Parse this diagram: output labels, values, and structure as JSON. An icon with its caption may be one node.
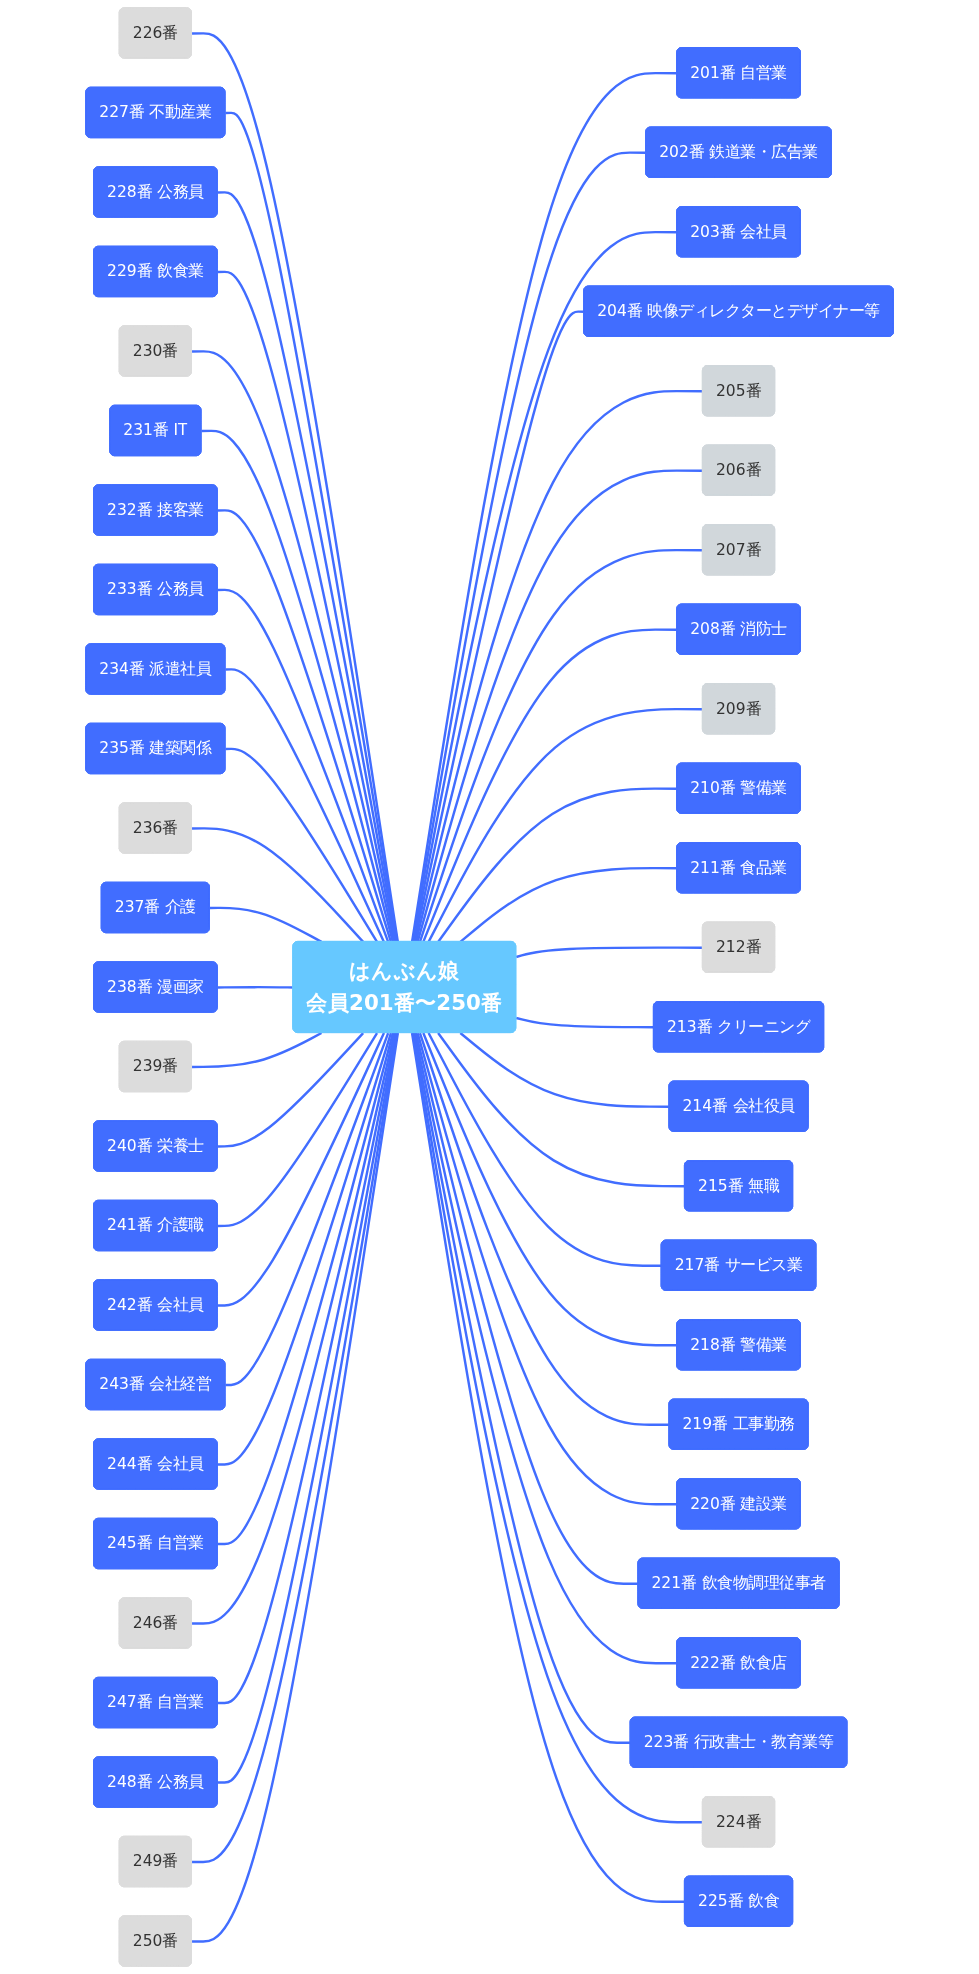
{
  "diagram": {
    "nodes": [
      {
        "text": [
          "はんぶん娘",
          "会員201番〜250番"
        ]
      },
      {
        "text": [
          "201番 自営業"
        ]
      },
      {
        "text": [
          "202番 鉄道業・広告業"
        ]
      },
      {
        "text": [
          "203番 会社員"
        ]
      },
      {
        "text": [
          "204番 映像ディレクターとデザイナー等"
        ]
      },
      {
        "text": [
          "205番"
        ]
      },
      {
        "text": [
          "206番"
        ]
      },
      {
        "text": [
          "207番"
        ]
      },
      {
        "text": [
          "208番 消防士"
        ]
      },
      {
        "text": [
          "209番"
        ]
      },
      {
        "text": [
          "210番 警備業"
        ]
      },
      {
        "text": [
          "211番 食品業"
        ]
      },
      {
        "text": [
          "212番"
        ]
      },
      {
        "text": [
          "213番 クリーニング"
        ]
      },
      {
        "text": [
          "214番 会社役員"
        ]
      },
      {
        "text": [
          "215番 無職"
        ]
      },
      {
        "text": [
          "217番 サービス業"
        ]
      },
      {
        "text": [
          "218番 警備業"
        ]
      },
      {
        "text": [
          "219番 工事勤務"
        ]
      },
      {
        "text": [
          "220番 建設業"
        ]
      },
      {
        "text": [
          "221番 飲食物調理従事者"
        ]
      },
      {
        "text": [
          "222番 飲食店"
        ]
      },
      {
        "text": [
          "223番 行政書士・教育業等"
        ]
      },
      {
        "text": [
          "224番"
        ]
      },
      {
        "text": [
          "225番 飲食"
        ]
      },
      {
        "text": [
          "226番"
        ]
      },
      {
        "text": [
          "227番 不動産業"
        ]
      },
      {
        "text": [
          "228番 公務員"
        ]
      },
      {
        "text": [
          "229番 飲食業"
        ]
      },
      {
        "text": [
          "230番"
        ]
      },
      {
        "text": [
          "231番 IT"
        ]
      },
      {
        "text": [
          "232番 接客業"
        ]
      },
      {
        "text": [
          "233番 公務員"
        ]
      },
      {
        "text": [
          "234番 派遣社員"
        ]
      },
      {
        "text": [
          "235番 建築関係"
        ]
      },
      {
        "text": [
          "236番"
        ]
      },
      {
        "text": [
          "237番 介護"
        ]
      },
      {
        "text": [
          "238番 漫画家"
        ]
      },
      {
        "text": [
          "239番"
        ]
      },
      {
        "text": [
          "240番 栄養士"
        ]
      },
      {
        "text": [
          "241番 介護職"
        ]
      },
      {
        "text": [
          "242番 会社員"
        ]
      },
      {
        "text": [
          "243番 会社経営"
        ]
      },
      {
        "text": [
          "244番 会社員"
        ]
      },
      {
        "text": [
          "245番 自営業"
        ]
      },
      {
        "text": [
          "246番"
        ]
      },
      {
        "text": [
          "247番 自営業"
        ]
      },
      {
        "text": [
          "248番 公務員"
        ]
      },
      {
        "text": [
          "249番"
        ]
      },
      {
        "text": [
          "250番"
        ]
      }
    ],
    "edges": [
      {
        "from": 0,
        "to": 1,
        "arrow": "none"
      },
      {
        "from": 0,
        "to": 2,
        "arrow": "none"
      },
      {
        "from": 0,
        "to": 3,
        "arrow": "none"
      },
      {
        "from": 0,
        "to": 4,
        "arrow": "none"
      },
      {
        "from": 0,
        "to": 5,
        "arrow": "none"
      },
      {
        "from": 0,
        "to": 6,
        "arrow": "none"
      },
      {
        "from": 0,
        "to": 7,
        "arrow": "none"
      },
      {
        "from": 0,
        "to": 8,
        "arrow": "none"
      },
      {
        "from": 0,
        "to": 9,
        "arrow": "none"
      },
      {
        "from": 0,
        "to": 10,
        "arrow": "none"
      },
      {
        "from": 0,
        "to": 11,
        "arrow": "none"
      },
      {
        "from": 0,
        "to": 12,
        "arrow": "none"
      },
      {
        "from": 0,
        "to": 13,
        "arrow": "none"
      },
      {
        "from": 0,
        "to": 14,
        "arrow": "none"
      },
      {
        "from": 0,
        "to": 15,
        "arrow": "none"
      },
      {
        "from": 0,
        "to": 16,
        "arrow": "none"
      },
      {
        "from": 0,
        "to": 17,
        "arrow": "none"
      },
      {
        "from": 0,
        "to": 18,
        "arrow": "none"
      },
      {
        "from": 0,
        "to": 19,
        "arrow": "none"
      },
      {
        "from": 0,
        "to": 20,
        "arrow": "none"
      },
      {
        "from": 0,
        "to": 21,
        "arrow": "none"
      },
      {
        "from": 0,
        "to": 22,
        "arrow": "none"
      },
      {
        "from": 0,
        "to": 23,
        "arrow": "none"
      },
      {
        "from": 0,
        "to": 24,
        "arrow": "none"
      },
      {
        "from": 25,
        "to": 0,
        "arrow": "none"
      },
      {
        "from": 26,
        "to": 0,
        "arrow": "none"
      },
      {
        "from": 27,
        "to": 0,
        "arrow": "none"
      },
      {
        "from": 28,
        "to": 0,
        "arrow": "none"
      },
      {
        "from": 29,
        "to": 0,
        "arrow": "none"
      },
      {
        "from": 30,
        "to": 0,
        "arrow": "none"
      },
      {
        "from": 31,
        "to": 0,
        "arrow": "none"
      },
      {
        "from": 32,
        "to": 0,
        "arrow": "none"
      },
      {
        "from": 33,
        "to": 0,
        "arrow": "none"
      },
      {
        "from": 34,
        "to": 0,
        "arrow": "none"
      },
      {
        "from": 35,
        "to": 0,
        "arrow": "none"
      },
      {
        "from": 36,
        "to": 0,
        "arrow": "none"
      },
      {
        "from": 37,
        "to": 0,
        "arrow": "none"
      },
      {
        "from": 38,
        "to": 0,
        "arrow": "none"
      },
      {
        "from": 39,
        "to": 0,
        "arrow": "none"
      },
      {
        "from": 40,
        "to": 0,
        "arrow": "none"
      },
      {
        "from": 41,
        "to": 0,
        "arrow": "none"
      },
      {
        "from": 42,
        "to": 0,
        "arrow": "none"
      },
      {
        "from": 43,
        "to": 0,
        "arrow": "none"
      },
      {
        "from": 44,
        "to": 0,
        "arrow": "none"
      },
      {
        "from": 45,
        "to": 0,
        "arrow": "none"
      },
      {
        "from": 46,
        "to": 0,
        "arrow": "none"
      },
      {
        "from": 47,
        "to": 0,
        "arrow": "none"
      },
      {
        "from": 48,
        "to": 0,
        "arrow": "none"
      },
      {
        "from": 49,
        "to": 0,
        "arrow": "none"
      }
    ]
  }
}
